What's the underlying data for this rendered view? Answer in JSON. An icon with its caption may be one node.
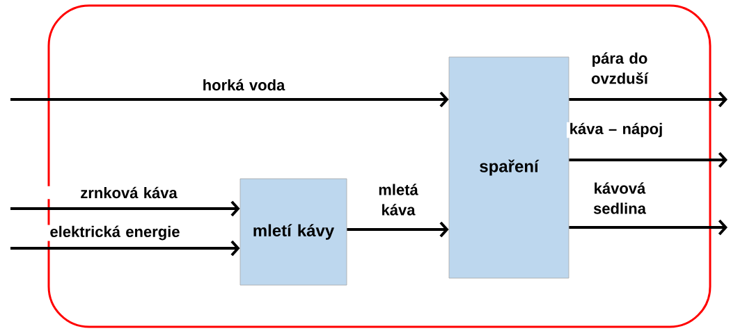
{
  "diagram": {
    "nodes": [
      {
        "text": [],
        "shape": "box"
      },
      {
        "text": [
          "mletí kávy"
        ],
        "in": 0
      },
      {
        "text": [
          "spaření"
        ],
        "in": 0
      }
    ],
    "edges": [
      {
        "from": null,
        "to": 2,
        "arrow": "to",
        "label": "horká voda"
      },
      {
        "from": null,
        "to": 1,
        "arrow": "to",
        "label": "zrnková káva"
      },
      {
        "from": null,
        "to": 1,
        "arrow": "to",
        "label": "elektrická energie"
      },
      {
        "from": 1,
        "to": 2,
        "arrow": "to",
        "label": "mletá káva"
      },
      {
        "from": 2,
        "to": null,
        "arrow": "to",
        "label": "pára do ovzduší"
      },
      {
        "from": 2,
        "to": null,
        "arrow": "to",
        "label": "káva – nápoj"
      },
      {
        "from": 2,
        "to": null,
        "arrow": "to",
        "label": "kávová sedlina"
      }
    ]
  }
}
